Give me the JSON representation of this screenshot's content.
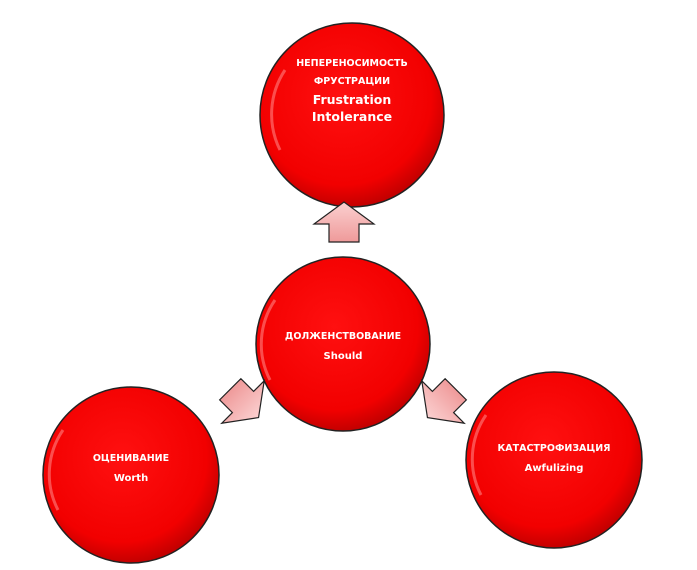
{
  "colors": {
    "circle": "#ff0000",
    "arrow": "#f4a6a6",
    "outline": "#222222"
  },
  "nodes": {
    "top": {
      "ru_line1": "НЕПЕРЕНОСИМОСТЬ",
      "ru_line2": "ФРУСТРАЦИИ",
      "en_line1": "Frustration",
      "en_line2": "Intolerance"
    },
    "center": {
      "ru": "ДОЛЖЕНСТВОВАНИЕ",
      "en": "Should"
    },
    "left": {
      "ru": "ОЦЕНИВАНИЕ",
      "en": "Worth"
    },
    "right": {
      "ru": "КАТАСТРОФИЗАЦИЯ",
      "en": "Awfulizing"
    }
  },
  "arrows": [
    "center-to-top",
    "center-to-left",
    "center-to-right"
  ]
}
